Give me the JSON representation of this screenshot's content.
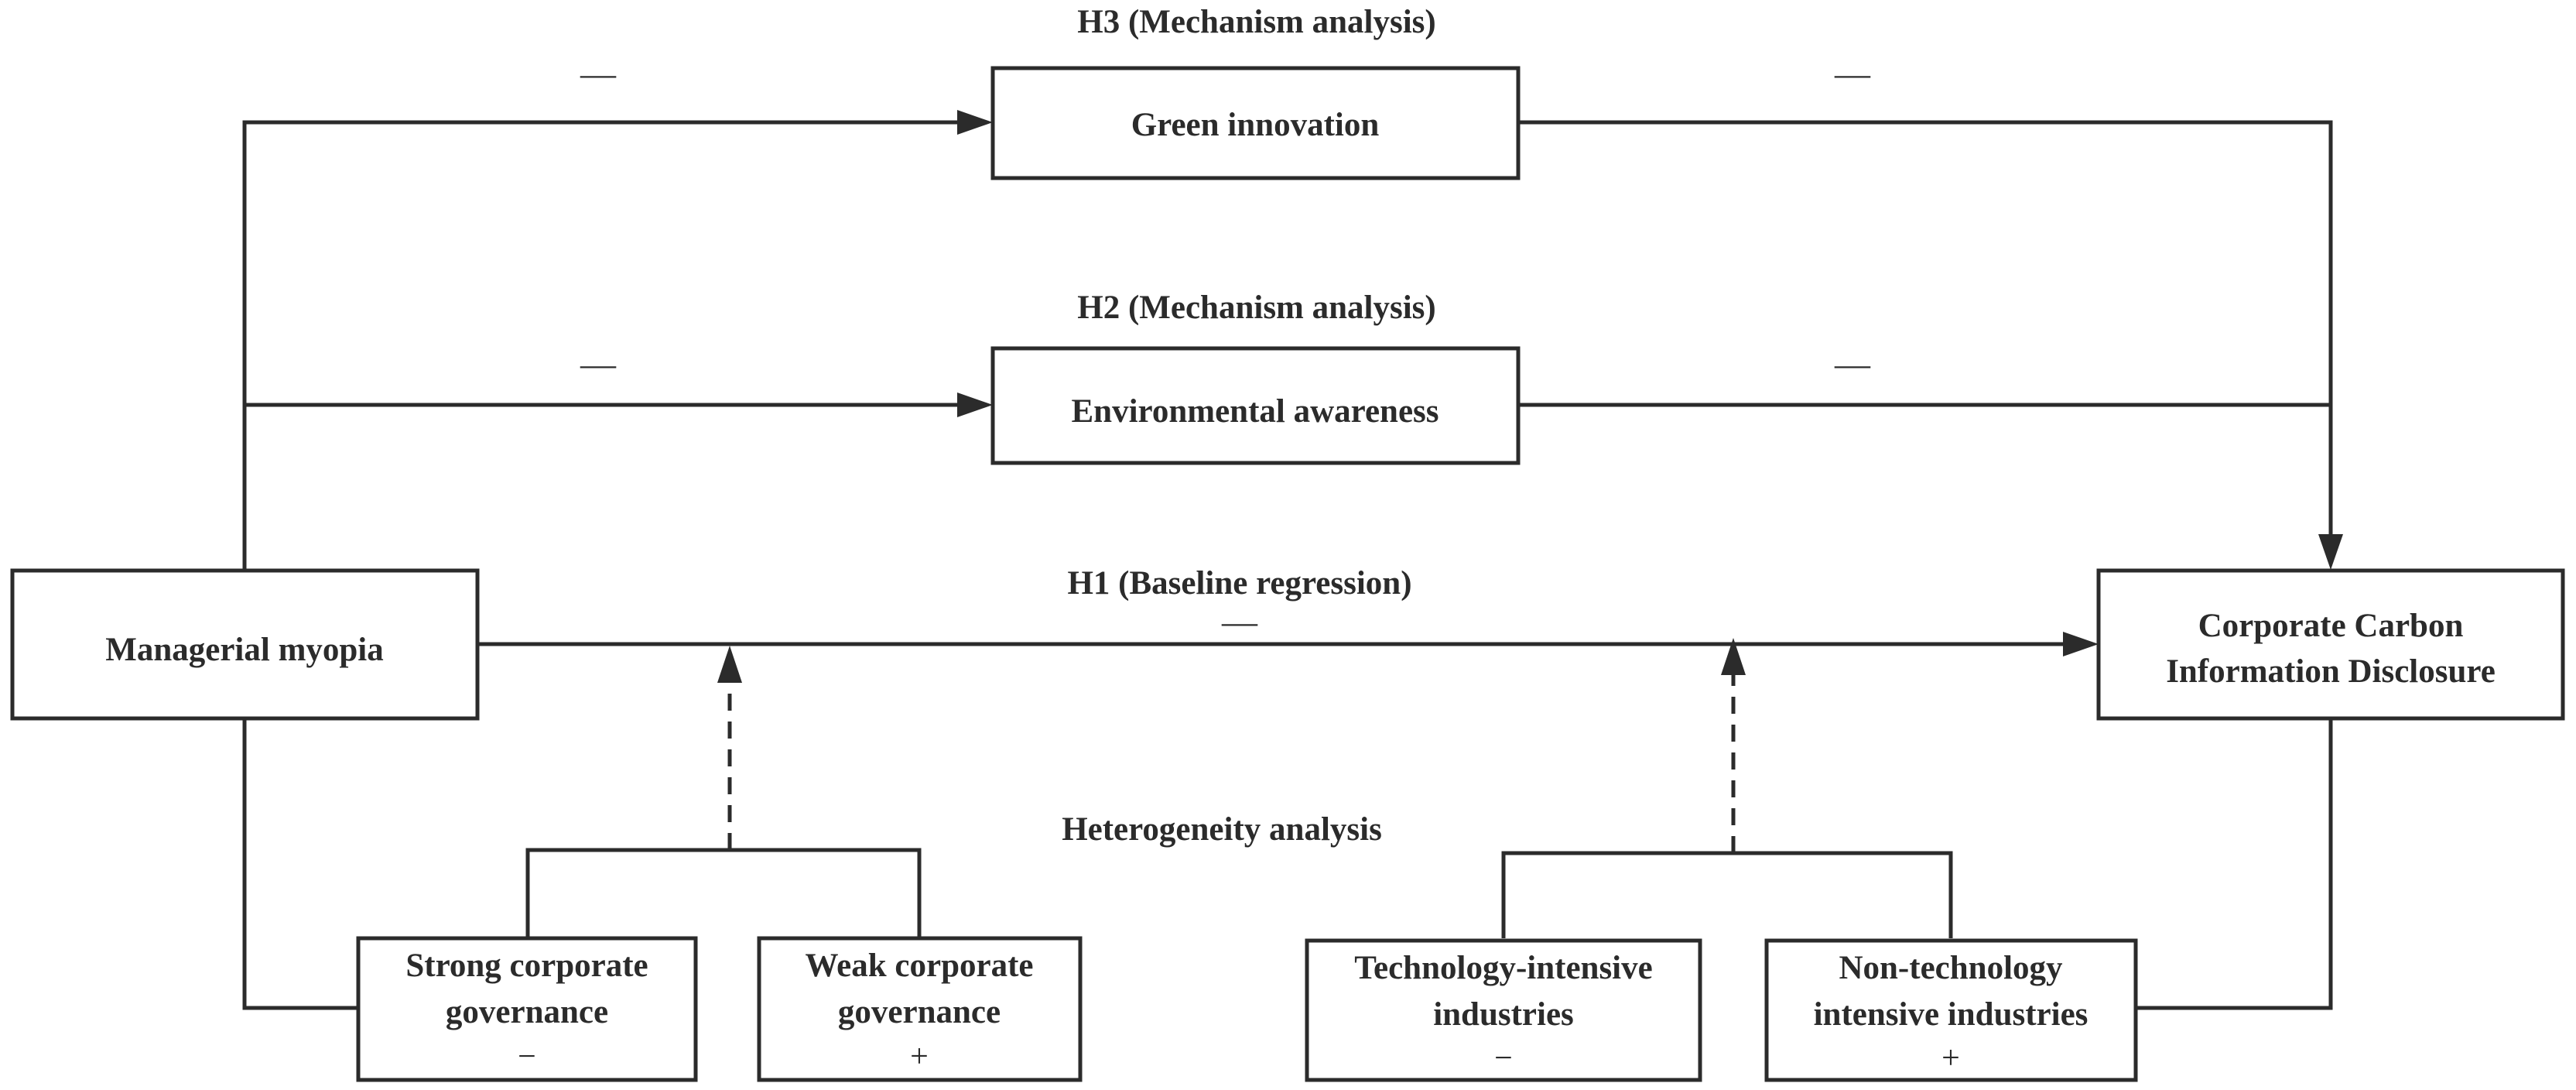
{
  "hypotheses": {
    "h3": "H3 (Mechanism analysis)",
    "h2": "H2 (Mechanism analysis)",
    "h1": "H1 (Baseline regression)",
    "heterogeneity": "Heterogeneity analysis"
  },
  "nodes": {
    "managerial_myopia": "Managerial myopia",
    "green_innovation": "Green innovation",
    "environmental_awareness": "Environmental awareness",
    "disclosure_line1": "Corporate Carbon",
    "disclosure_line2": "Information Disclosure",
    "strong_gov_line1": "Strong corporate",
    "strong_gov_line2": "governance",
    "weak_gov_line1": "Weak corporate",
    "weak_gov_line2": "governance",
    "tech_line1": "Technology-intensive",
    "tech_line2": "industries",
    "nontech_line1": "Non-technology",
    "nontech_line2": "intensive industries"
  },
  "signs": {
    "h3_left": "—",
    "h3_right": "—",
    "h2_left": "—",
    "h2_right": "—",
    "h1": "—",
    "strong_gov": "−",
    "weak_gov": "+",
    "tech": "−",
    "nontech": "+"
  }
}
